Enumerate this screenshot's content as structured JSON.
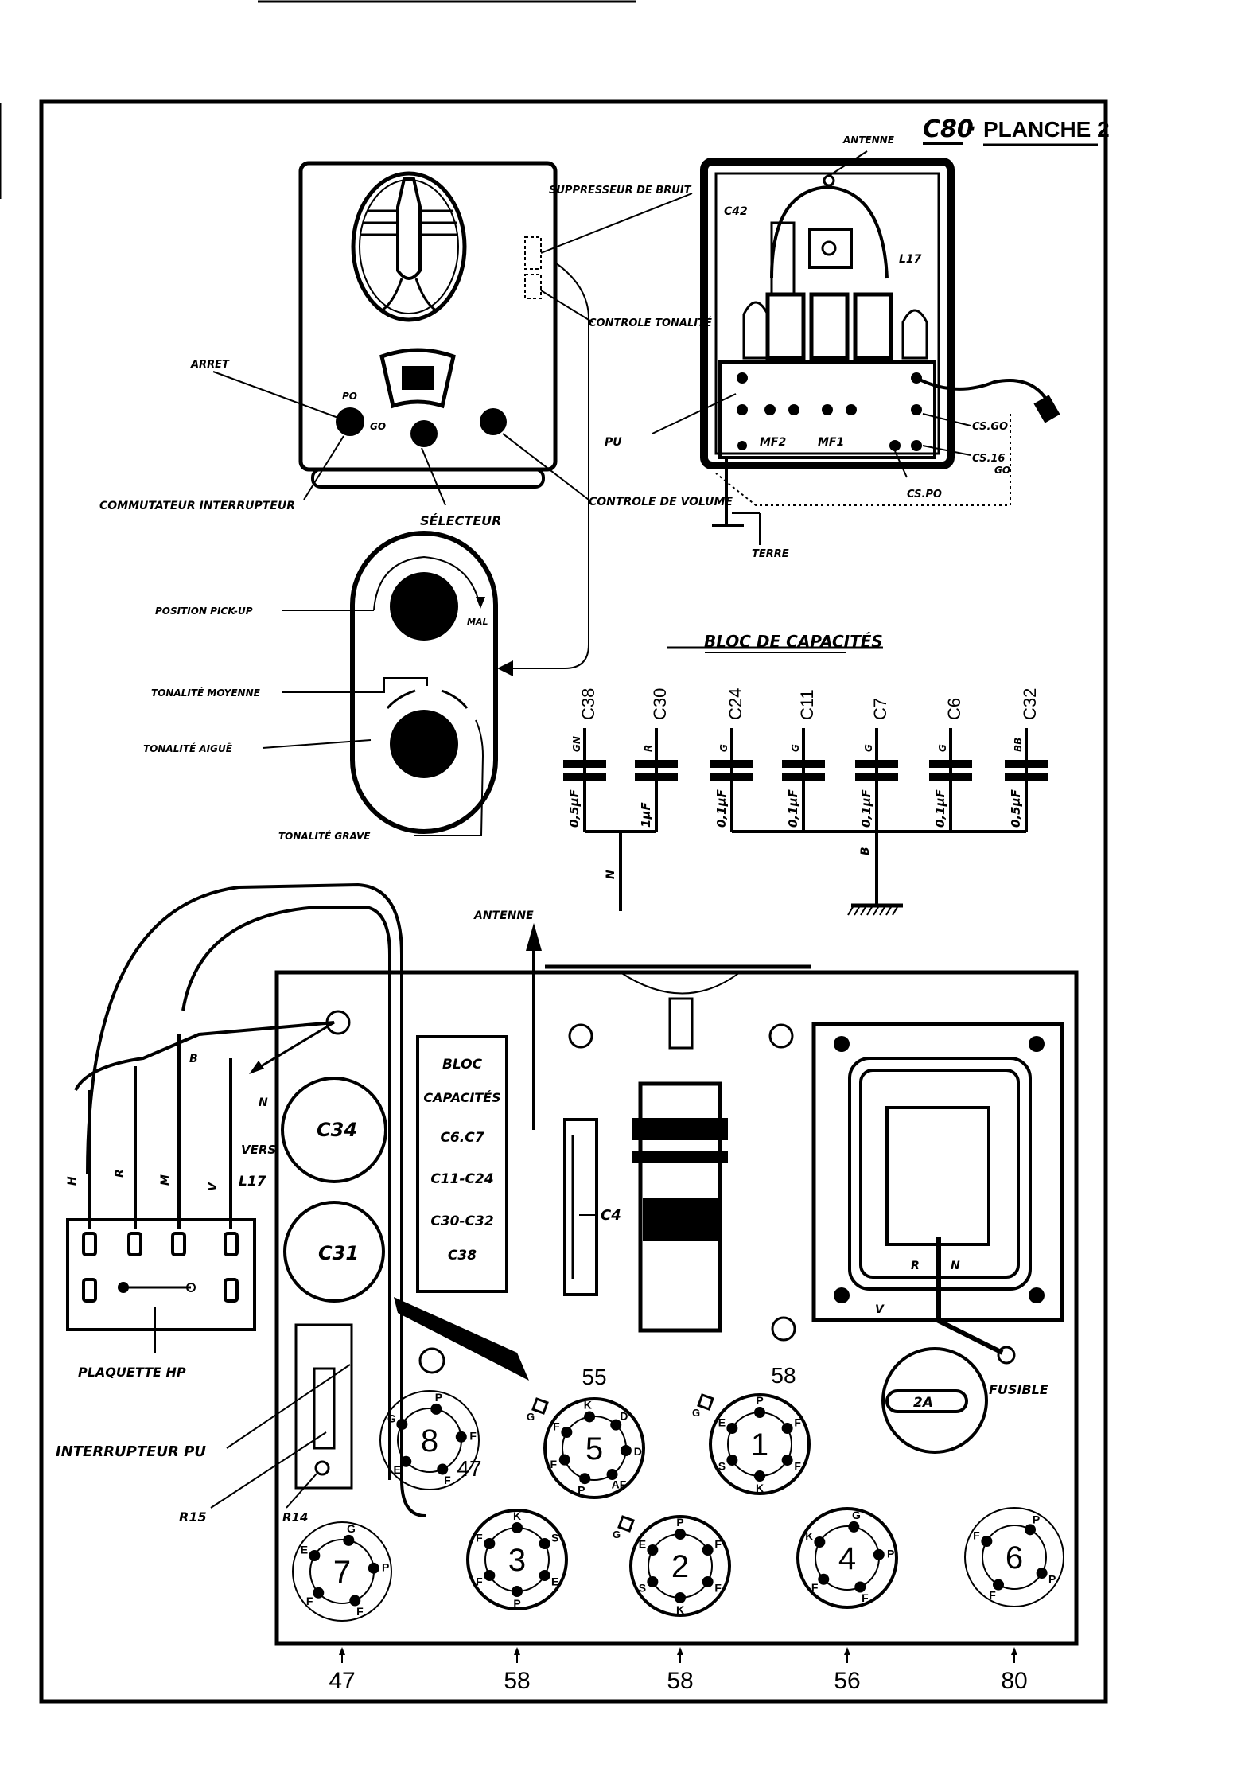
{
  "title": {
    "model": "C80",
    "separator": "·",
    "plate": "PLANCHE 2"
  },
  "front_view": {
    "labels": {
      "arret": "ARRET",
      "po": "PO",
      "go": "GO",
      "commutateur": "COMMUTATEUR INTERRUPTEUR",
      "selecteur": "SÉLECTEUR",
      "controle_volume": "CONTROLE DE VOLUME",
      "suppresseur": "SUPPRESSEUR DE BRUIT",
      "controle_tonalite": "CONTROLE TONALITÉ"
    }
  },
  "rear_view": {
    "labels": {
      "antenne": "ANTENNE",
      "c42": "C42",
      "l17": "L17",
      "pu": "PU",
      "mf2": "MF2",
      "mf1": "MF1",
      "cs_go": "CS.GO",
      "cs16": "CS.16",
      "cs16_go": "GO",
      "cs_po": "CS.PO",
      "terre": "TERRE"
    }
  },
  "selector_detail": {
    "labels": {
      "position_pickup": "POSITION PICK-UP",
      "mal": "MAL",
      "tonalite_moyenne": "TONALITÉ MOYENNE",
      "tonalite_aigue": "TONALITÉ AIGUË",
      "tonalite_grave": "TONALITÉ GRAVE"
    }
  },
  "capacitor_block": {
    "title": "BLOC DE CAPACITÉS",
    "capacitors": [
      {
        "name": "C38",
        "color": "GN",
        "value": "0,5µF",
        "group": "N"
      },
      {
        "name": "C30",
        "color": "R",
        "value": "1µF",
        "group": "N"
      },
      {
        "name": "C24",
        "color": "G",
        "value": "0,1µF",
        "group": "B"
      },
      {
        "name": "C11",
        "color": "G",
        "value": "0,1µF",
        "group": "B"
      },
      {
        "name": "C7",
        "color": "G",
        "value": "0,1µF",
        "group": "B"
      },
      {
        "name": "C6",
        "color": "G",
        "value": "0,1µF",
        "group": "B"
      },
      {
        "name": "C32",
        "color": "BB",
        "value": "0,5µF",
        "group": "B"
      }
    ],
    "common_n": "N",
    "common_b": "B"
  },
  "chassis": {
    "antenne": "ANTENNE",
    "wire_labels": {
      "h": "H",
      "r": "R",
      "m": "M",
      "v": "V",
      "b": "B",
      "n": "N"
    },
    "vers": "VERS",
    "l17": "L17",
    "c34": "C34",
    "c31": "C31",
    "bloc_lines": [
      "BLOC",
      "CAPACITÉS",
      "C6.C7",
      "C11-C24",
      "C30-C32",
      "C38"
    ],
    "c4": "C4",
    "plaquette": "PLAQUETTE HP",
    "interrupteur_pu": "INTERRUPTEUR PU",
    "r15": "R15",
    "r14": "R14",
    "transformer_wires": {
      "r": "R",
      "n": "N",
      "v": "V"
    },
    "fuse_value": "2A",
    "fuse_label": "FUSIBLE",
    "tubes": [
      {
        "socket": "8",
        "type": "47",
        "pins": [
          "G",
          "P",
          "F",
          "F",
          "E"
        ]
      },
      {
        "socket": "5",
        "type": "55",
        "pins": [
          "F",
          "K",
          "D",
          "D",
          "AF",
          "P",
          "F"
        ],
        "grid": "G"
      },
      {
        "socket": "1",
        "type": "58",
        "pins": [
          "E",
          "P",
          "F",
          "F",
          "K",
          "S"
        ],
        "grid": "G"
      },
      {
        "socket": "7",
        "type": "47",
        "pins": [
          "E",
          "G",
          "P",
          "F",
          "F"
        ]
      },
      {
        "socket": "3",
        "type": "58",
        "pins": [
          "F",
          "K",
          "S",
          "E",
          "P",
          "F"
        ]
      },
      {
        "socket": "2",
        "type": "58",
        "pins": [
          "E",
          "P",
          "F",
          "F",
          "K",
          "S"
        ],
        "grid": "G"
      },
      {
        "socket": "4",
        "type": "56",
        "pins": [
          "K",
          "G",
          "P",
          "F",
          "F"
        ]
      },
      {
        "socket": "6",
        "type": "80",
        "pins": [
          "F",
          "P",
          "P",
          "F"
        ]
      }
    ],
    "grid_tag": "G"
  }
}
